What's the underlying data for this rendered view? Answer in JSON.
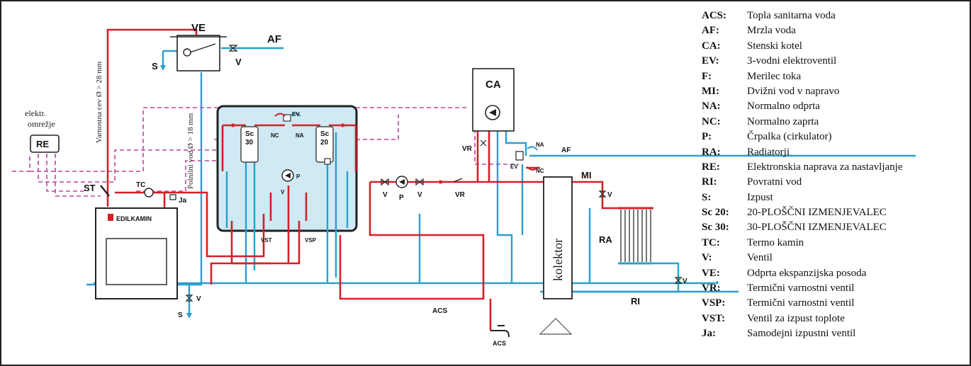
{
  "labels": {
    "ve": "VE",
    "af_top": "AF",
    "s_top": "S",
    "v_top": "V",
    "ca": "CA",
    "re": "RE",
    "elektr": "elektr.",
    "omrezje": "omrežje",
    "st": "ST",
    "tc": "TC",
    "ja": "Ja",
    "brand": "EDILKAMIN",
    "safety_pipe": "Varnostna cev Ø > 28 mm",
    "fill_pipe": "Polnilni vod Ø > 18 mm",
    "sc30_a": "Sc",
    "sc30_b": "30",
    "sc20_a": "Sc",
    "sc20_b": "20",
    "ev_box": "EV",
    "nc_box": "NC",
    "na_box": "NA",
    "p_box": "P",
    "v_box": "V",
    "vst": "VST",
    "vsp": "VSP",
    "v_pump_l": "V",
    "p_pump": "P",
    "v_pump_r": "V",
    "vr_mid": "VR",
    "vr_top": "VR",
    "na_ca": "NA",
    "nc_ca": "NC",
    "ev_ca": "EV",
    "af_ca": "AF",
    "mi": "MI",
    "v_mi": "V",
    "ra": "RA",
    "v_ra": "V",
    "ri": "RI",
    "kolektor": "kolektor",
    "acs_mid": "ACS",
    "acs_tap": "ACS",
    "v_bottom": "V",
    "s_bottom": "S"
  },
  "legend": [
    {
      "code": "ACS:",
      "desc": "Topla sanitarna voda"
    },
    {
      "code": "AF:",
      "desc": "Mrzla voda"
    },
    {
      "code": "CA:",
      "desc": "Stenski kotel"
    },
    {
      "code": "EV:",
      "desc": "3-vodni elektroventil"
    },
    {
      "code": "F:",
      "desc": "Merilec toka"
    },
    {
      "code": "MI:",
      "desc": "Dvižni vod v napravo"
    },
    {
      "code": "NA:",
      "desc": "Normalno odprta"
    },
    {
      "code": "NC:",
      "desc": "Normalno zaprta"
    },
    {
      "code": "P:",
      "desc": "Črpalka (cirkulator)"
    },
    {
      "code": "RA:",
      "desc": "Radiatorji"
    },
    {
      "code": "RE:",
      "desc": "Elektronskia naprava za nastavljanje"
    },
    {
      "code": "RI:",
      "desc": "Povratni vod"
    },
    {
      "code": "S:",
      "desc": "Izpust"
    },
    {
      "code": "Sc 20:",
      "desc": "20-PLOŠČNI IZMENJEVALEC"
    },
    {
      "code": "Sc 30:",
      "desc": "30-PLOŠČNI IZMENJEVALEC"
    },
    {
      "code": "TC:",
      "desc": "Termo kamin"
    },
    {
      "code": "V:",
      "desc": "Ventil"
    },
    {
      "code": "VE:",
      "desc": "Odprta ekspanzijska posoda"
    },
    {
      "code": "VR:",
      "desc": "Termični varnostni ventil"
    },
    {
      "code": "VSP:",
      "desc": "Termični varnostni ventil"
    },
    {
      "code": "VST:",
      "desc": "Ventil za izpust toplote"
    },
    {
      "code": "Ja:",
      "desc": "Samodejni izpustni ventil"
    }
  ],
  "colors": {
    "hot": "#d42027",
    "cold": "#2a9fd0",
    "signal": "#c0449a",
    "tank": "#cfe9f5"
  }
}
